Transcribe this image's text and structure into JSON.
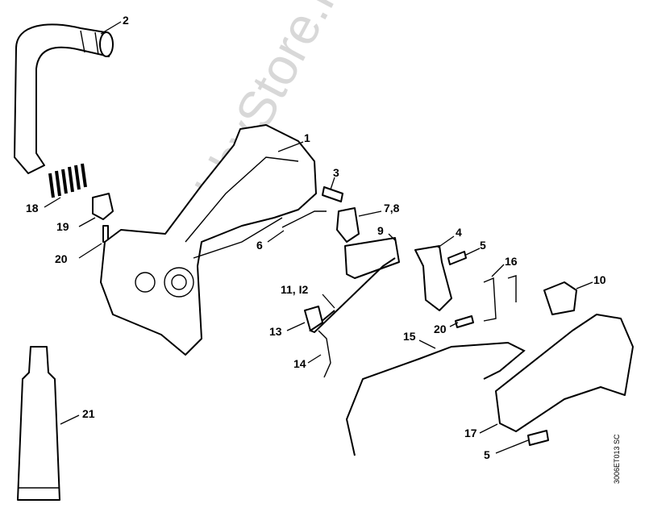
{
  "diagram": {
    "watermark": "HobbyStore.it",
    "drawing_code": "3006ET013 SC",
    "callouts": [
      {
        "id": "c2",
        "text": "2"
      },
      {
        "id": "c1",
        "text": "1"
      },
      {
        "id": "c3",
        "text": "3"
      },
      {
        "id": "c78",
        "text": "7,8"
      },
      {
        "id": "c18",
        "text": "18"
      },
      {
        "id": "c19",
        "text": "19"
      },
      {
        "id": "c20a",
        "text": "20"
      },
      {
        "id": "c6",
        "text": "6"
      },
      {
        "id": "c9",
        "text": "9"
      },
      {
        "id": "c4",
        "text": "4"
      },
      {
        "id": "c5a",
        "text": "5"
      },
      {
        "id": "c16",
        "text": "16"
      },
      {
        "id": "c10",
        "text": "10"
      },
      {
        "id": "c1112",
        "text": "11, I2"
      },
      {
        "id": "c13",
        "text": "13"
      },
      {
        "id": "c20b",
        "text": "20"
      },
      {
        "id": "c15",
        "text": "15"
      },
      {
        "id": "c14",
        "text": "14"
      },
      {
        "id": "c21",
        "text": "21"
      },
      {
        "id": "c17",
        "text": "17"
      },
      {
        "id": "c5b",
        "text": "5"
      }
    ]
  }
}
